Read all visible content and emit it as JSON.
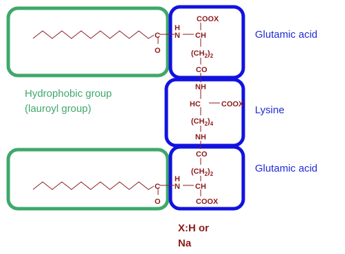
{
  "labels": {
    "top_right": "Glutamic acid",
    "middle_right": "Lysine",
    "bottom_right": "Glutamic acid",
    "hydrophobic_line1": "Hydrophobic group",
    "hydrophobic_line2": "(lauroyl group)",
    "x_line1": "X:H or",
    "x_line2": "Na"
  },
  "atoms": {
    "coox": "COOX",
    "h": "H",
    "n": "N",
    "ch": "CH",
    "c": "C",
    "o": "O",
    "co": "CO",
    "nh": "NH",
    "hc": "HC",
    "ch2_open": "(CH",
    "sub2": "2",
    "sub4": "4",
    "paren_close": ")"
  },
  "colors": {
    "hydrophobic_box": "#3fa86b",
    "amino_box": "#1212e0",
    "structure": "#8b1a1a",
    "side_label": "#1f2bd6"
  }
}
